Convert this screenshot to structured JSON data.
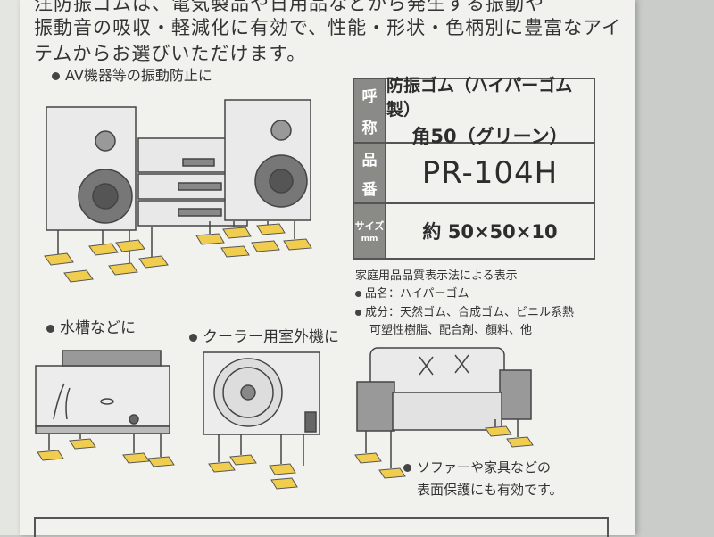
{
  "intro": {
    "line1": "注防振ゴムは、電気製品や日用品などから発生する振動や",
    "line2": "振動音の吸収・軽減化に有効で、性能・形状・色柄別に豊富なアイ",
    "line3": "テムからお選びいただけます。"
  },
  "uses": {
    "av": "AV機器等の振動防止に",
    "aquarium": "水槽などに",
    "cooler": "クーラー用室外機に",
    "sofa_line1": "ソファーや家具などの",
    "sofa_line2": "表面保護にも有効です。"
  },
  "spec": {
    "name_label_1": "呼",
    "name_label_2": "称",
    "name_value_1": "防振ゴム（ハイパーゴム製）",
    "name_value_2": "角50（グリーン）",
    "code_label_1": "品",
    "code_label_2": "番",
    "code_value": "PR-104H",
    "size_label": "サイズ",
    "size_unit": "mm",
    "size_value": "約  50×50×10"
  },
  "legal": {
    "title": "家庭用品品質表示法による表示",
    "product_name": "品名：ハイパーゴム",
    "composition_1": "成分：天然ゴム、合成ゴム、ビニル系熱",
    "composition_2": "可塑性樹脂、配合剤、顏料、他"
  },
  "colors": {
    "pad": "#f0cd4e",
    "label_bg": "#8a8a86",
    "line": "#555555",
    "paper": "#f1f1ee"
  }
}
